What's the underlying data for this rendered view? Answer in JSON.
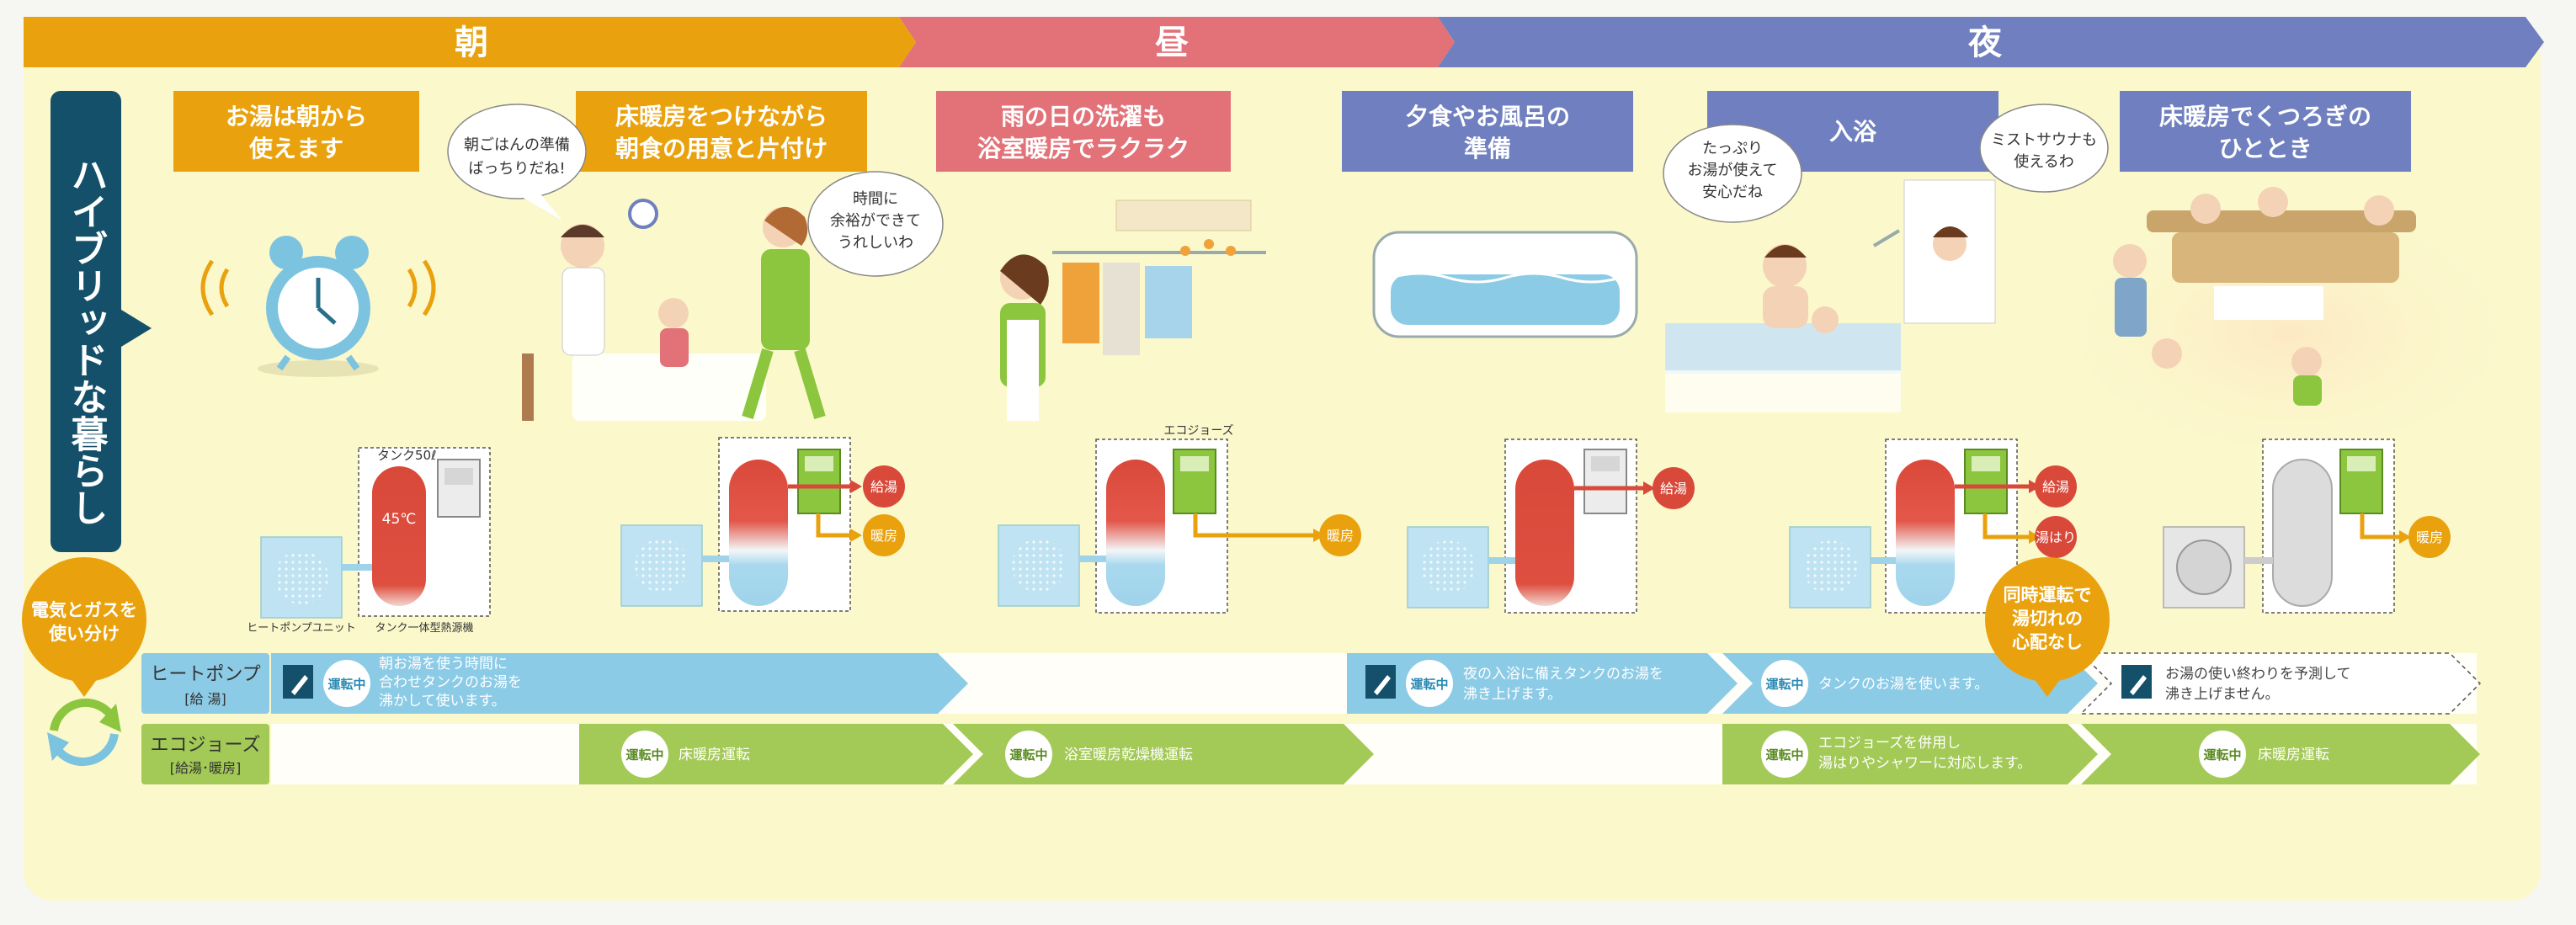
{
  "timeline": [
    {
      "label": "朝",
      "color": "#e9a20e"
    },
    {
      "label": "昼",
      "color": "#e27178"
    },
    {
      "label": "夜",
      "color": "#6f7fbf"
    }
  ],
  "side_title": "ハイブリッドな暮らし",
  "scenes": [
    {
      "title_lines": [
        "お湯は朝から",
        "使えます"
      ],
      "color": "#e9a20e"
    },
    {
      "title_lines": [
        "床暖房をつけながら",
        "朝食の用意と片付け"
      ],
      "color": "#e9a20e"
    },
    {
      "title_lines": [
        "雨の日の洗濯も",
        "浴室暖房でラクラク"
      ],
      "color": "#e27178"
    },
    {
      "title_lines": [
        "夕食やお風呂の",
        "準備"
      ],
      "color": "#6f7fbf"
    },
    {
      "title_lines": [
        "入浴"
      ],
      "color": "#6f7fbf"
    },
    {
      "title_lines": [
        "床暖房でくつろぎの",
        "ひととき"
      ],
      "color": "#6f7fbf"
    }
  ],
  "speech_bubbles": [
    [
      "朝ごはんの準備",
      "ばっちりだね!"
    ],
    [
      "時間に",
      "余裕ができて",
      "うれしいわ"
    ],
    [
      "たっぷり",
      "お湯が使えて",
      "安心だね"
    ],
    [
      "ミストサウナも",
      "使えるわ"
    ]
  ],
  "equipment": {
    "tank_label": "タンク50ℓ",
    "tank_temp": "45℃",
    "heat_pump_label": "ヒートポンプユニット",
    "tank_unit_label": "タンク一体型熱源機",
    "ecojozu_label": "エコジョーズ",
    "outputs": {
      "kyuto": "給湯",
      "danbo": "暖房",
      "yuhari": "湯はり"
    }
  },
  "left_badge": [
    "電気とガスを",
    "使い分け"
  ],
  "callout": [
    "同時運転で",
    "湯切れの",
    "心配なし"
  ],
  "rows": {
    "heat_pump": {
      "name": "ヒートポンプ",
      "sub": "[給 湯]",
      "color": "#8ccbe6"
    },
    "ecojozu": {
      "name": "エコジョーズ",
      "sub": "[給湯･暖房]",
      "color": "#a3c957"
    }
  },
  "running_badge": "運転中",
  "hp_segments": [
    [
      "朝お湯を使う時間に",
      "合わせタンクのお湯を",
      "沸かして使います。"
    ],
    [
      "夜の入浴に備えタンクのお湯を",
      "沸き上げます。"
    ],
    [
      "タンクのお湯を使います。"
    ],
    [
      "お湯の使い終わりを予測して",
      "沸き上げません。"
    ]
  ],
  "eco_segments": [
    [
      "床暖房運転"
    ],
    [
      "浴室暖房乾燥機運転"
    ],
    [
      "エコジョーズを併用し",
      "湯はりやシャワーに対応します。"
    ],
    [
      "床暖房運転"
    ]
  ],
  "colors": {
    "morning": "#e9a20e",
    "noon": "#e27178",
    "night": "#6f7fbf",
    "heatpump": "#8ccbe6",
    "ecojozu": "#a3c957",
    "side": "#14506a",
    "hot": "#d9493a",
    "cold": "#9fd3ea"
  }
}
